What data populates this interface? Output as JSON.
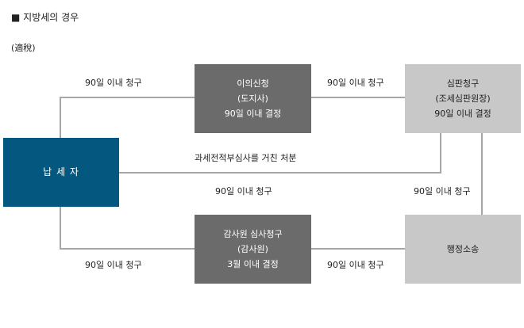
{
  "title": "■ 지방세의 경우",
  "subtitle": "(適稅)",
  "nodes": {
    "taxpayer": {
      "lines": [
        "납 세 자"
      ]
    },
    "objection": {
      "lines": [
        "이의신청",
        "(도지사)",
        "90일 이내 결정"
      ]
    },
    "audit_request": {
      "lines": [
        "감사원 심사청구",
        "(감사원)",
        "3월 이내 결정"
      ]
    },
    "trial_request": {
      "lines": [
        "심판청구",
        "(조세심판원장)",
        "90일 이내 결정"
      ]
    },
    "admin_litigation": {
      "lines": [
        "행정소송"
      ]
    }
  },
  "labels": {
    "taxpayer_to_objection": "90일 이내 청구",
    "objection_to_trial": "90일 이내 청구",
    "review_disposition": "과세전적부심사를 거친 처분",
    "taxpayer_to_trial": "90일 이내 청구",
    "trial_to_litigation": "90일 이내 청구",
    "taxpayer_to_audit": "90일 이내 청구",
    "audit_to_litigation": "90일 이내 청구"
  }
}
